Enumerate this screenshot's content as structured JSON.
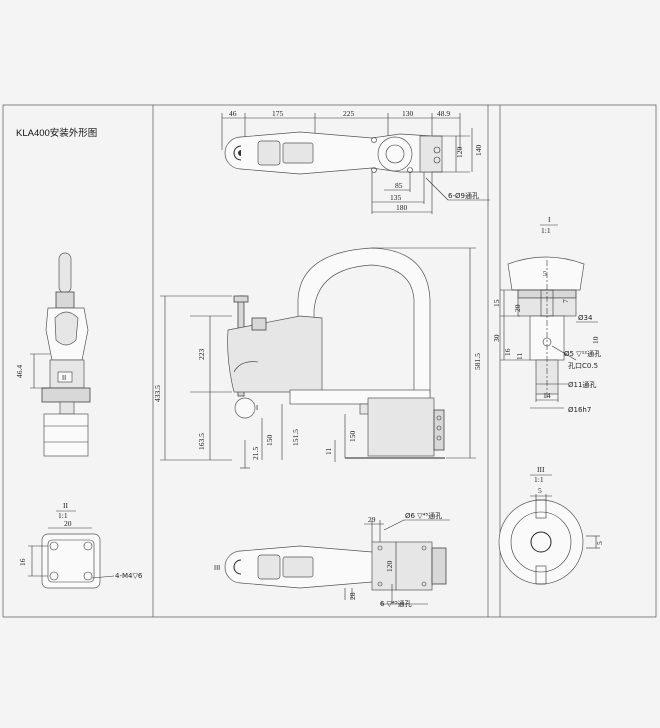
{
  "title": "KLA400安装外形图",
  "top_view": {
    "dims_top": [
      "46",
      "175",
      "225",
      "130",
      "48.9"
    ],
    "dims_right": [
      "120",
      "140"
    ],
    "dims_bottom": [
      "85",
      "135",
      "180"
    ],
    "hole_note": "6-Ø9通孔"
  },
  "front_view": {
    "dims_left": [
      "223",
      "433.5",
      "163.5",
      "151.5",
      "150",
      "21.5"
    ],
    "dims_right": [
      "581.5"
    ],
    "dims_bottom": [
      "11",
      "150"
    ],
    "detail_marker_i": "I",
    "detail_marker_ii": "II",
    "dim_46_4": "46.4"
  },
  "detail_i": {
    "label": "I",
    "scale": "1:1",
    "dims": [
      "5",
      "15",
      "20",
      "30",
      "16",
      "11",
      "14",
      "10",
      "7"
    ],
    "dia_34": "Ø34",
    "dia_5": "Ø5 ▽¹²通孔",
    "chamfer": "孔口C0.5",
    "dia_11": "Ø11通孔",
    "dia_16": "Ø16h7"
  },
  "detail_ii": {
    "label": "II",
    "scale": "1:1",
    "dim_20": "20",
    "dim_16": "16",
    "hole_note": "4-M4▽6"
  },
  "detail_iii": {
    "label": "III",
    "scale": "1:1",
    "dim_5a": "5",
    "dim_5b": "5"
  },
  "bottom_view": {
    "dim_29": "29",
    "hole_note_1": "Ø6 ▽⁴⁵通孔",
    "dim_120": "120",
    "hole_note_2": "6 ▽⁴⁵通孔",
    "dim_28": "28",
    "marker_iii": "III"
  }
}
